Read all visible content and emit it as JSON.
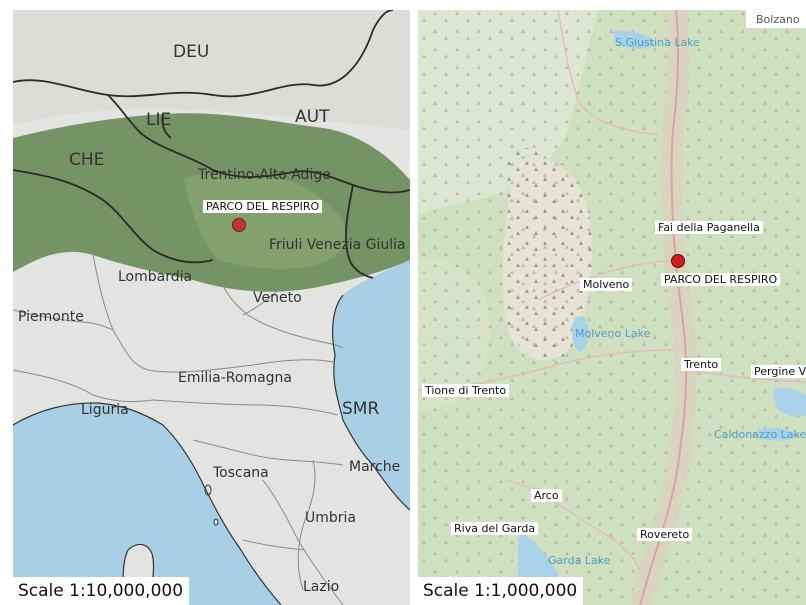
{
  "left_map": {
    "countries": {
      "deu": "DEU",
      "lie": "LIE",
      "aut": "AUT",
      "che": "CHE",
      "smr": "SMR"
    },
    "regions": {
      "trentino": "Trentino-Alto Adige",
      "friuli": "Friuli Venezia Giulia",
      "lombardia": "Lombardia",
      "veneto": "Veneto",
      "piemonte": "Piemonte",
      "emilia": "Emilia-Romagna",
      "liguria": "Liguria",
      "toscana": "Toscana",
      "marche": "Marche",
      "umbria": "Umbria",
      "lazio": "Lazio"
    },
    "marker_label": "PARCO DEL RESPIRO",
    "scale": "Scale 1:10,000,000",
    "colors": {
      "sea": "#a9cfe4",
      "land": "#e3e3e1",
      "alps": "#6f8f5e",
      "marker": "#c0392b"
    }
  },
  "right_map": {
    "corner_label": "Bolzano",
    "lakes": {
      "sgiustina": "S.Giustina Lake",
      "molveno": "Molveno Lake",
      "caldonazzo": "Caldonazzo Lake",
      "garda": "Garda Lake"
    },
    "towns": {
      "fai": "Fai della Paganella",
      "molveno": "Molveno",
      "trento": "Trento",
      "pergine": "Pergine V",
      "tione": "Tione di Trento",
      "arco": "Arco",
      "riva": "Riva del Garda",
      "rovereto": "Rovereto"
    },
    "marker_label": "PARCO DEL RESPIRO",
    "scale": "Scale 1:1,000,000",
    "colors": {
      "terrain": "#cfe0c0",
      "water": "#a9d1ea",
      "marker": "#cc1f1f"
    }
  }
}
